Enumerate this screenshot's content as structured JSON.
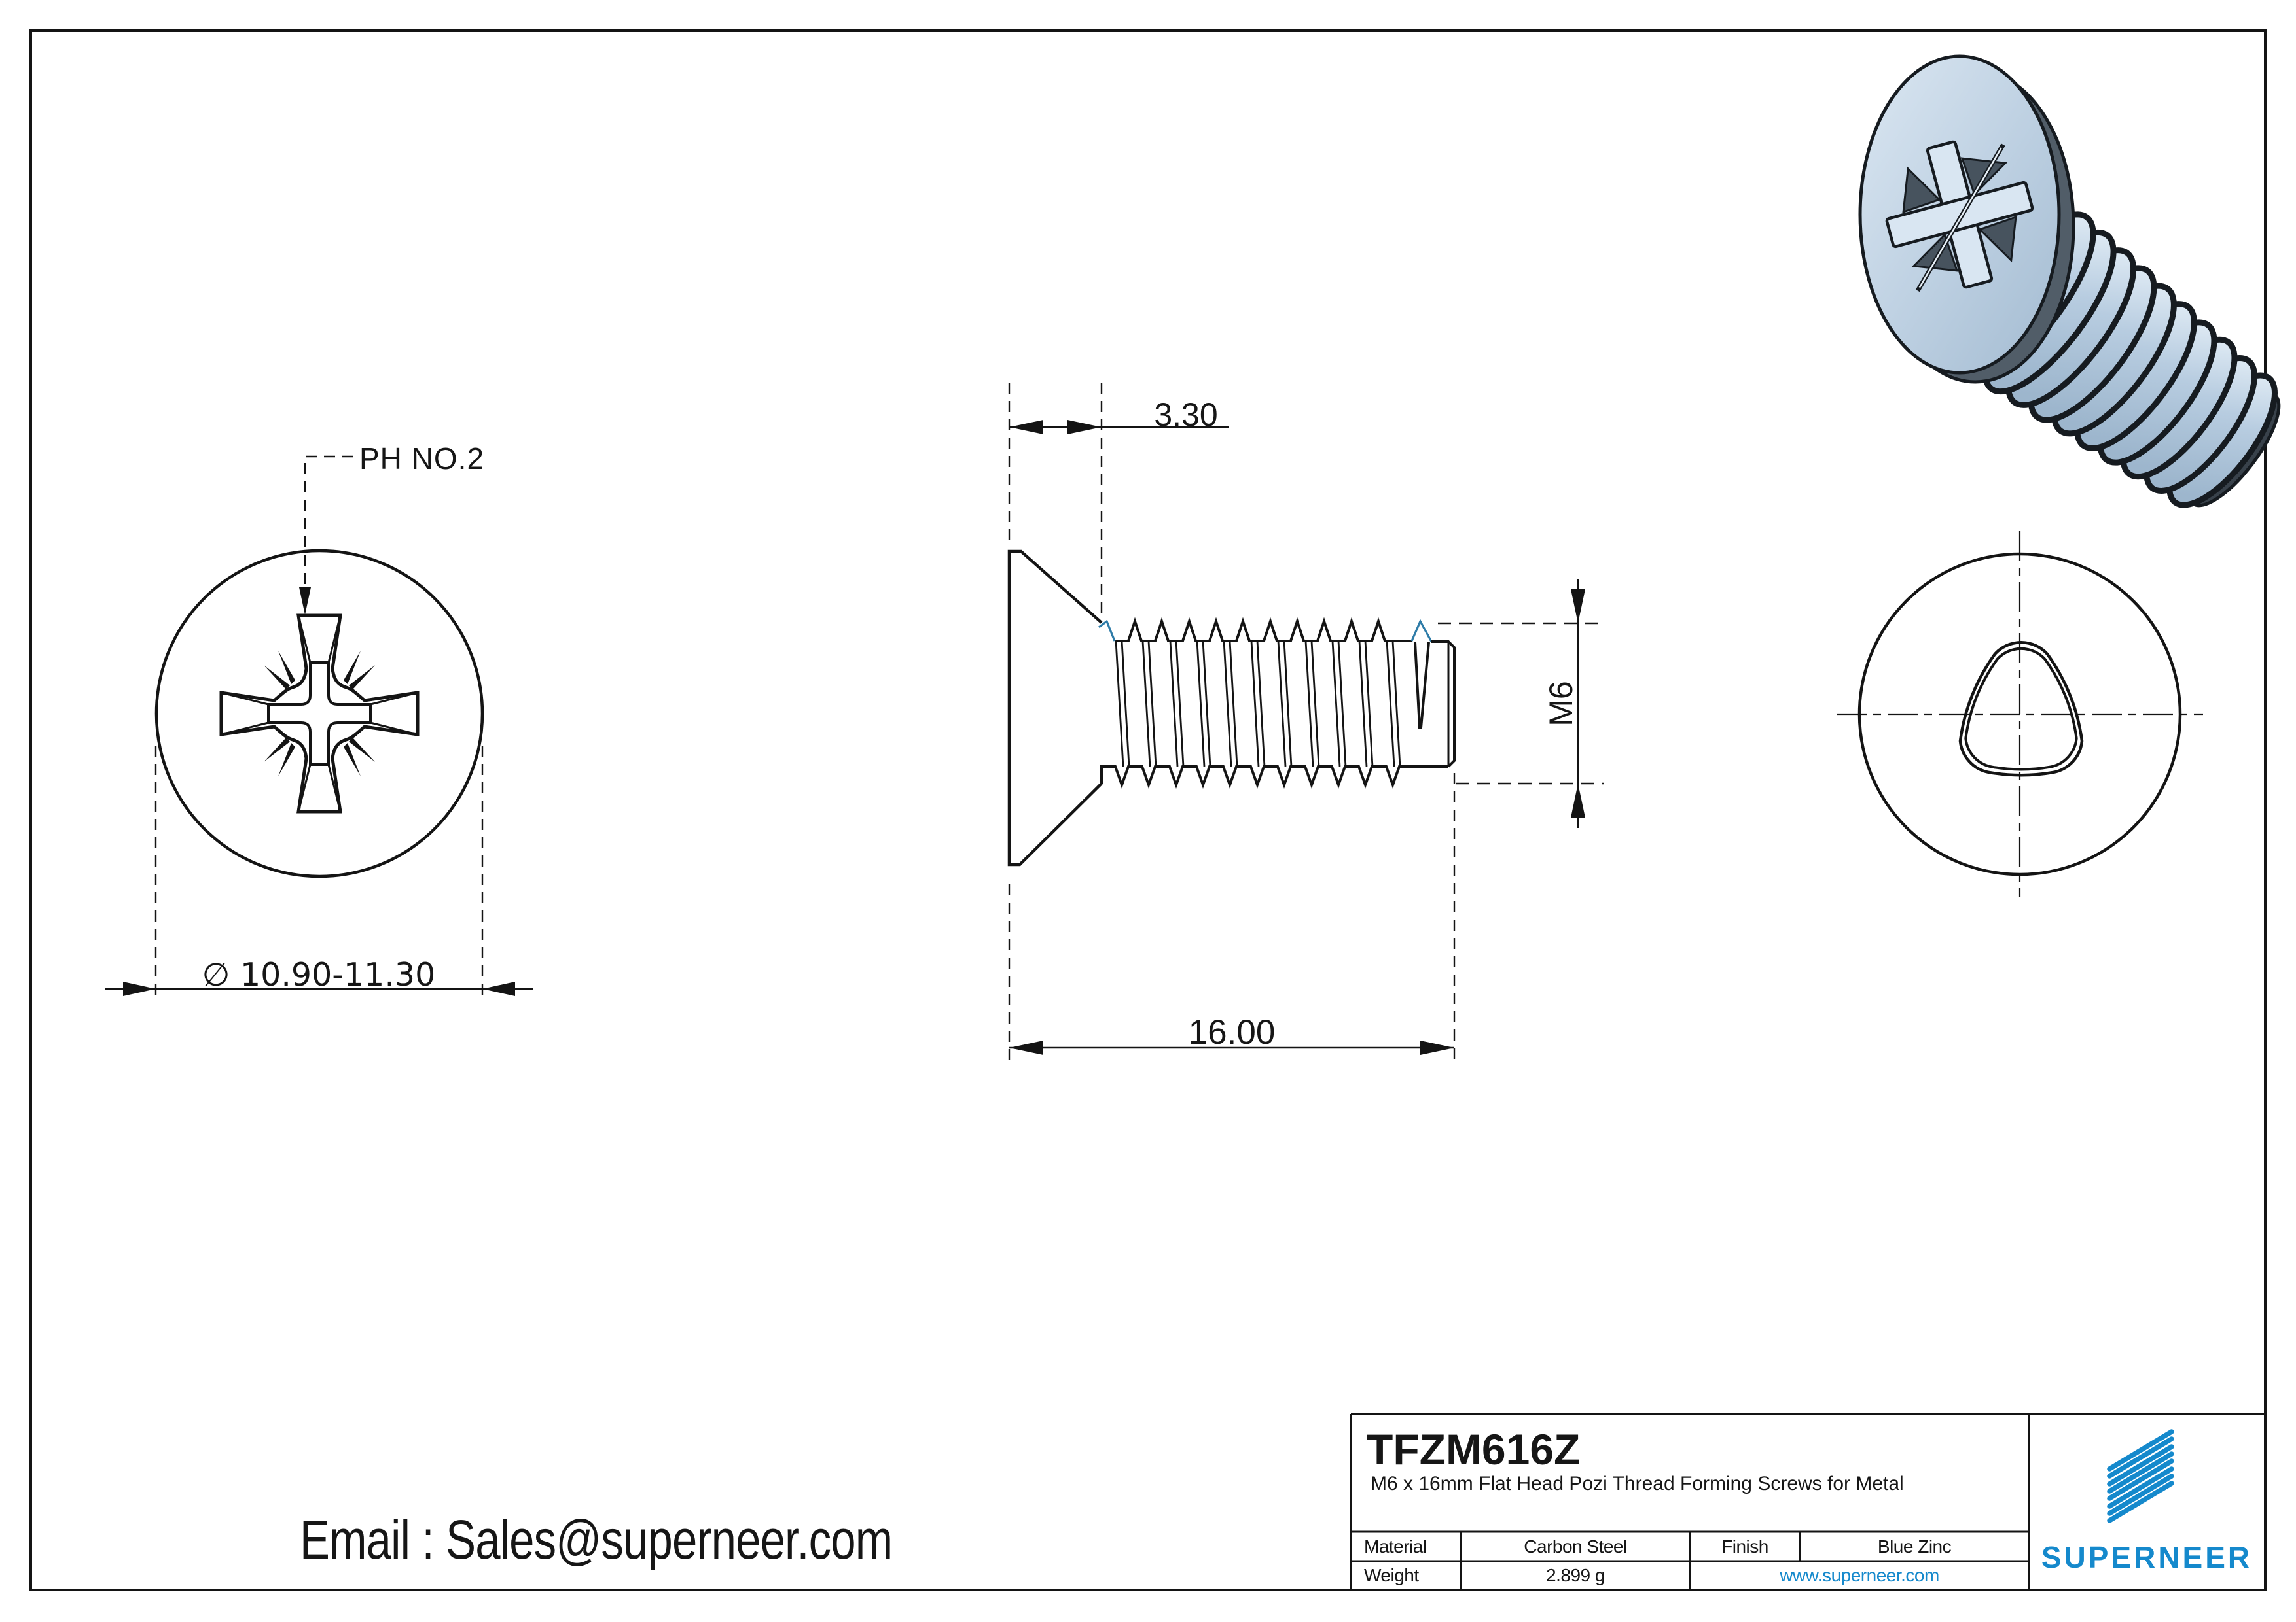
{
  "page": {
    "background": "#ffffff",
    "line_color": "#141414",
    "accent_blue": "#1589cc",
    "thread_accent_blue": "#2e7ca8"
  },
  "views": {
    "front": {
      "drive_label": "PH NO.2",
      "diameter_label": "∅ 10.90-11.30"
    },
    "side": {
      "head_height_label": "3.30",
      "thread_size_label": "M6",
      "length_label": "16.00"
    }
  },
  "footer": {
    "email": "Email : Sales@superneer.com"
  },
  "title_block": {
    "part_number": "TFZM616Z",
    "description": "M6 x 16mm Flat Head Pozi Thread Forming Screws for Metal",
    "material_label": "Material",
    "material_value": "Carbon Steel",
    "finish_label": "Finish",
    "finish_value": "Blue Zinc",
    "weight_label": "Weight",
    "weight_value": "2.899 g",
    "website": "www.superneer.com",
    "brand_name": "SUPERNEER"
  }
}
